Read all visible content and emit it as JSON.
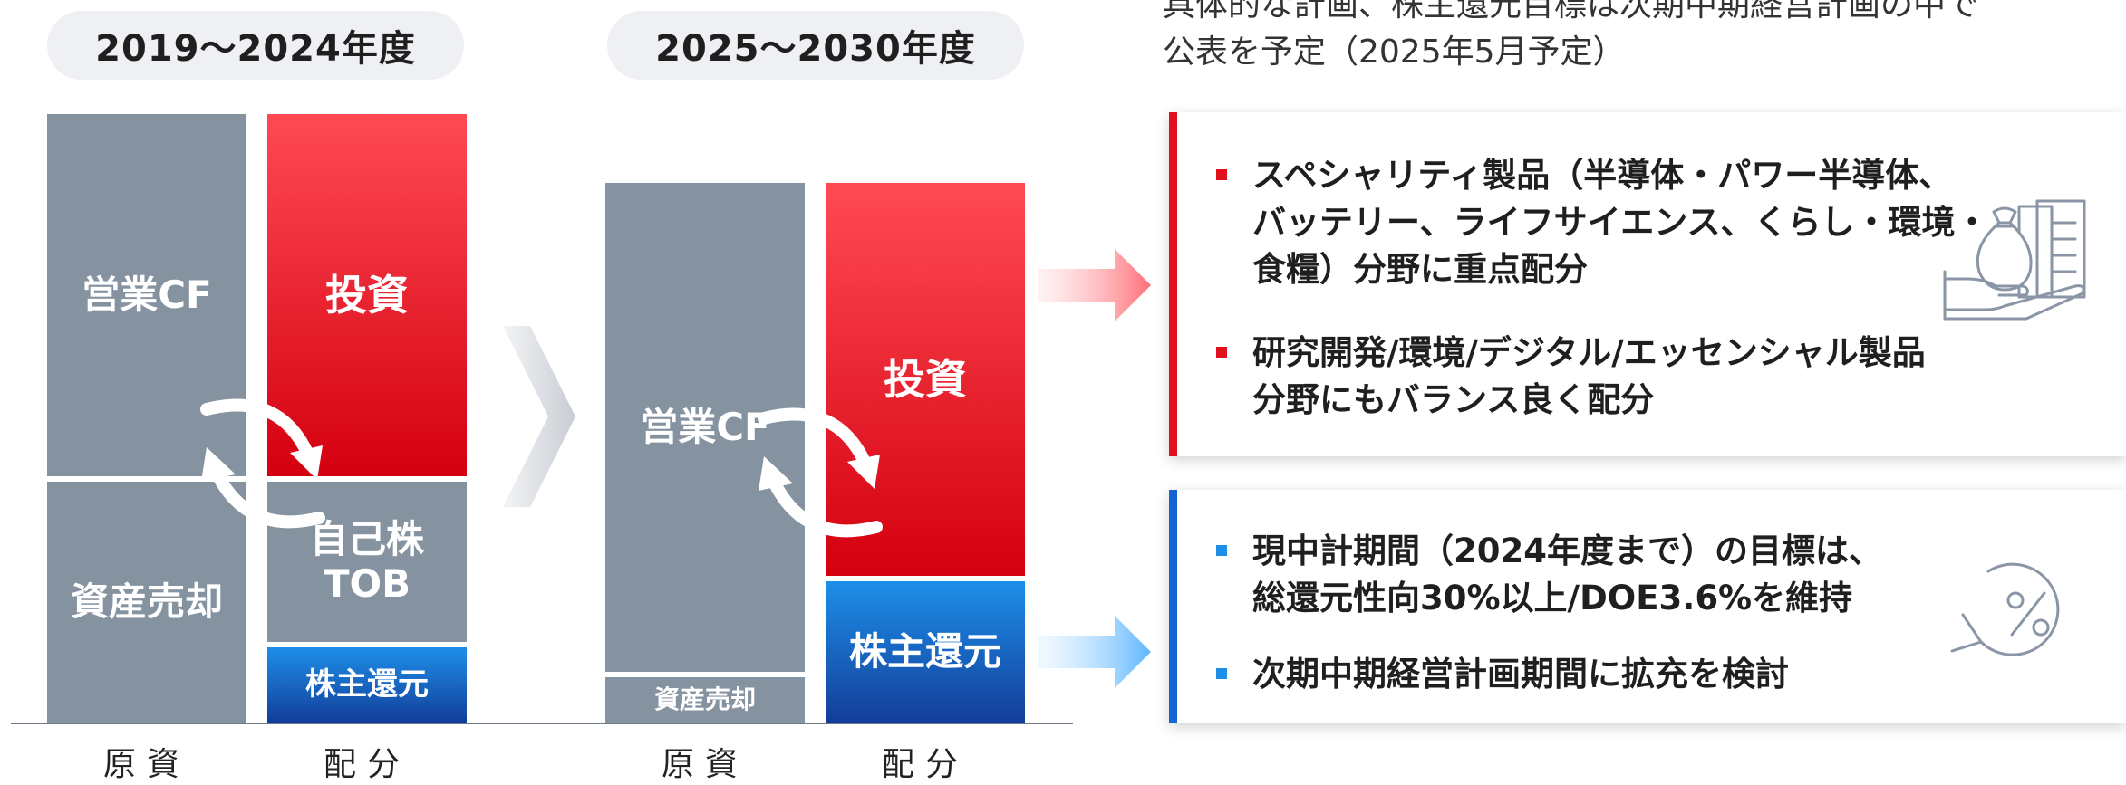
{
  "colors": {
    "investment_red": "#e0101c",
    "return_blue": "#1565d0",
    "source_gray": "#8593a1",
    "pill_bg": "#eef0f3"
  },
  "left_panel": {
    "period_label": "2019～2024年度",
    "bars": {
      "operating_cf": "営業CF",
      "asset_sale": "資産売却",
      "investment": "投資",
      "treasury_tob_line1": "自己株",
      "treasury_tob_line2": "TOB",
      "shareholder_return": "株主還元"
    },
    "axis": {
      "source": "原資",
      "allocation": "配分"
    }
  },
  "right_panel": {
    "period_label": "2025～2030年度",
    "bars": {
      "operating_cf": "営業CF",
      "asset_sale": "資産売却",
      "investment": "投資",
      "shareholder_return": "株主還元"
    },
    "axis": {
      "source": "原資",
      "allocation": "配分"
    }
  },
  "top_note": {
    "line1": "具体的な計画、株主還元目標は次期中期経営計画の中で",
    "line2": "公表を予定（2025年5月予定）"
  },
  "investment_card": {
    "icon": "money-bag-hand-icon",
    "bullets": [
      {
        "lines": [
          "スペシャリティ製品（半導体・パワー半導体、",
          "バッテリー、ライフサイエンス、くらし・環境・",
          "食糧）分野に重点配分"
        ]
      },
      {
        "lines": [
          "研究開発/環境/デジタル/エッセンシャル製品",
          "分野にもバランス良く配分"
        ]
      }
    ]
  },
  "return_card": {
    "icon": "percent-return-icon",
    "bullets": [
      {
        "lines": [
          "現中計期間（2024年度まで）の目標は、",
          "総還元性向30%以上/DOE3.6%を維持"
        ]
      },
      {
        "lines": [
          "次期中期経営計画期間に拡充を検討"
        ]
      }
    ]
  }
}
